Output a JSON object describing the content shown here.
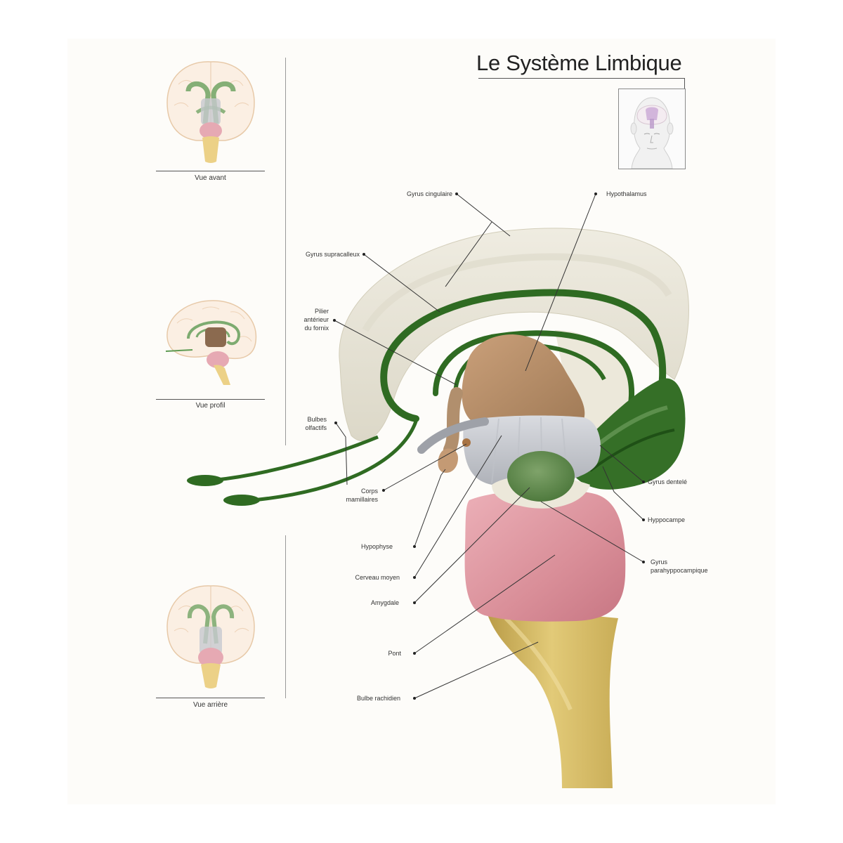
{
  "page": {
    "title": "Le Système Limbique"
  },
  "views": [
    {
      "id": "front",
      "label": "Vue avant"
    },
    {
      "id": "profile",
      "label": "Vue profil"
    },
    {
      "id": "back",
      "label": "Vue arrière"
    }
  ],
  "labels": {
    "gyrus_cingulaire": "Gyrus cingulaire",
    "hypothalamus": "Hypothalamus",
    "gyrus_supracalleux": "Gyrus supracalleux",
    "pilier_l1": "Pilier",
    "pilier_l2": "antérieur",
    "pilier_l3": "du fornix",
    "bulbes_l1": "Bulbes",
    "bulbes_l2": "olfactifs",
    "corps_l1": "Corps",
    "corps_l2": "mamillaires",
    "gyrus_dentele": "Gyrus dentelé",
    "hyppocampe": "Hyppocampe",
    "gyrus_para_l1": "Gyrus",
    "gyrus_para_l2": "parahyppocampique",
    "hypophyse": "Hypophyse",
    "cerveau_moyen": "Cerveau moyen",
    "amygdale": "Amygdale",
    "pont": "Pont",
    "bulbe_rachidien": "Bulbe rachidien"
  },
  "colors": {
    "limbic_green": "#2f6b22",
    "cortex_cream": "#e8e4d6",
    "thalamus_tan": "#b58c66",
    "midbrain_gray": "#c7c9cf",
    "pons_pink": "#d98e98",
    "medulla_yellow": "#d8bf6a"
  }
}
